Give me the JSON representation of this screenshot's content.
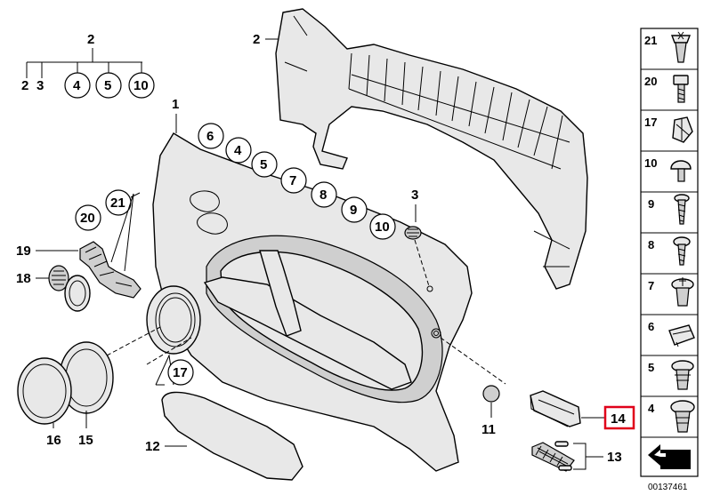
{
  "callouts": {
    "c1": "1",
    "c2_top": "2",
    "c2_part": "2",
    "c2_small": "2",
    "c3_small": "3",
    "c4_circle": "4",
    "c5_circle": "5",
    "c10_circle": "10",
    "c6": "6",
    "c4b": "4",
    "c5b": "5",
    "c7": "7",
    "c8": "8",
    "c9": "9",
    "c10b": "10",
    "c3": "3",
    "c21": "21",
    "c20": "20",
    "c19": "19",
    "c18": "18",
    "c17": "17",
    "c16": "16",
    "c15": "15",
    "c12": "12",
    "c11": "11",
    "c14": "14",
    "c13": "13"
  },
  "legend": {
    "items": [
      "21",
      "20",
      "17",
      "10",
      "9",
      "8",
      "7",
      "6",
      "5",
      "4"
    ]
  },
  "highlight_color": "#e0001a",
  "reference_number": "00137461"
}
